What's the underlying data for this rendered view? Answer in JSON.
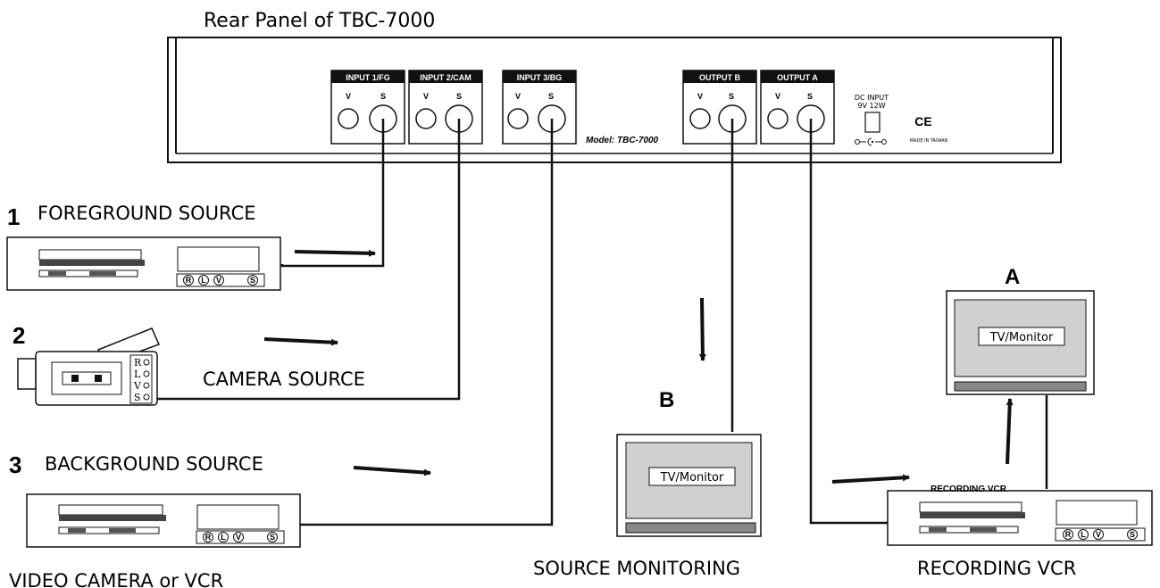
{
  "panel": {
    "title": "Rear Panel of TBC-7000",
    "model": "Model: TBC-7000",
    "dc_input_line1": "DC INPUT",
    "dc_input_line2": "9V 12W",
    "ce_mark": "CE",
    "made_in": "MADE IN TAIWAN",
    "ports": [
      {
        "label": "INPUT 1/FG",
        "v": "V",
        "s": "S"
      },
      {
        "label": "INPUT 2/CAM",
        "v": "V",
        "s": "S"
      },
      {
        "label": "INPUT 3/BG",
        "v": "V",
        "s": "S"
      },
      {
        "label": "OUTPUT B",
        "v": "V",
        "s": "S"
      },
      {
        "label": "OUTPUT A",
        "v": "V",
        "s": "S"
      }
    ]
  },
  "sources": {
    "foreground": {
      "number": "1",
      "label": "FOREGROUND SOURCE"
    },
    "camera": {
      "number": "2",
      "label": "CAMERA SOURCE",
      "jacks": [
        "R",
        "L",
        "V",
        "S"
      ]
    },
    "background": {
      "number": "3",
      "label": "BACKGROUND SOURCE"
    },
    "bottom_caption": "VIDEO CAMERA or VCR",
    "vcr_jacks": [
      "R",
      "L",
      "V",
      "S"
    ]
  },
  "monitor_b": {
    "letter": "B",
    "screen_label": "TV/Monitor",
    "caption": "SOURCE MONITORING"
  },
  "monitor_a": {
    "letter": "A",
    "screen_label": "TV/Monitor"
  },
  "recording_vcr": {
    "header": "RECORDING VCR",
    "caption": "RECORDING VCR",
    "jacks": [
      "R",
      "L",
      "V",
      "S"
    ]
  }
}
